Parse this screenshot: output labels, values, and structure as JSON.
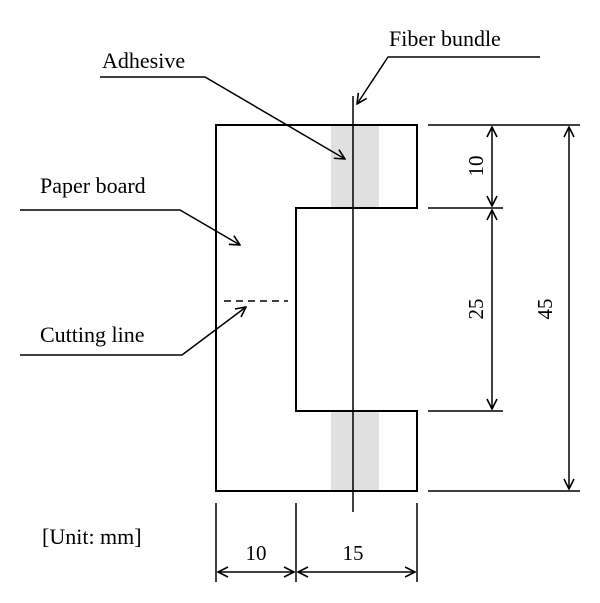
{
  "labels": {
    "fiber_bundle": "Fiber bundle",
    "adhesive": "Adhesive",
    "paper_board": "Paper board",
    "cutting_line": "Cutting line",
    "unit": "[Unit: mm]"
  },
  "dimensions": {
    "top_tab": "10",
    "window": "25",
    "total": "45",
    "left_width": "10",
    "right_width": "15"
  },
  "colors": {
    "adhesive_fill": "#e0e0e0",
    "line": "#000000"
  }
}
